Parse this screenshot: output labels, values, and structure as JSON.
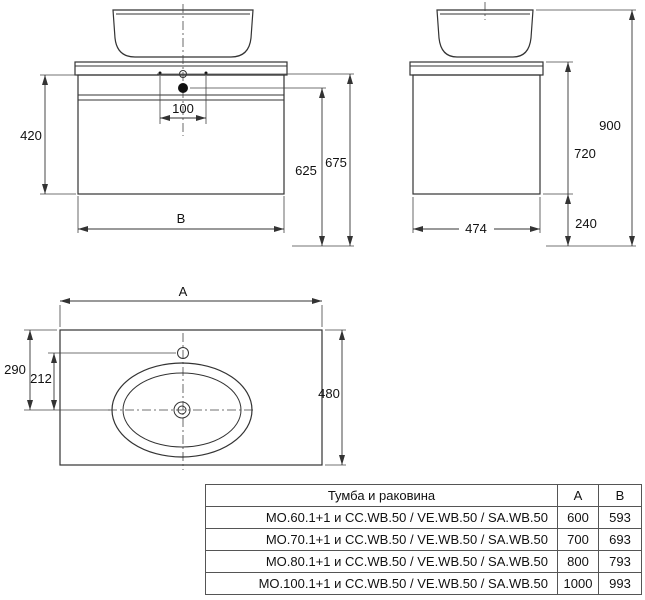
{
  "drawing": {
    "front": {
      "height_420": "420",
      "spacing_100": "100",
      "height_625": "625",
      "height_675": "675",
      "width_B": "B"
    },
    "side": {
      "height_900": "900",
      "height_720": "720",
      "depth_474": "474",
      "clearance_240": "240"
    },
    "plan": {
      "width_A": "A",
      "dist_290": "290",
      "dist_212": "212",
      "depth_480": "480"
    }
  },
  "table": {
    "header": [
      "Тумба и раковина",
      "A",
      "B"
    ],
    "rows": [
      {
        "name": "MO.60.1+1 и CC.WB.50 / VE.WB.50 / SA.WB.50",
        "a": "600",
        "b": "593"
      },
      {
        "name": "MO.70.1+1 и CC.WB.50 / VE.WB.50 / SA.WB.50",
        "a": "700",
        "b": "693"
      },
      {
        "name": "MO.80.1+1 и CC.WB.50 / VE.WB.50 / SA.WB.50",
        "a": "800",
        "b": "793"
      },
      {
        "name": "MO.100.1+1 и CC.WB.50 / VE.WB.50 / SA.WB.50",
        "a": "1000",
        "b": "993"
      }
    ]
  }
}
